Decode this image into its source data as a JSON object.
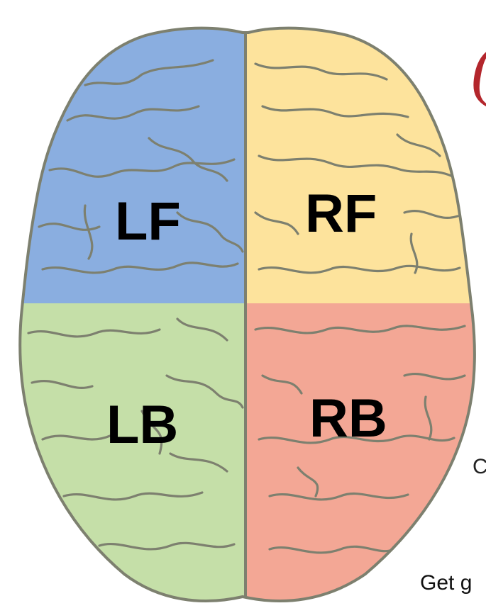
{
  "diagram": {
    "quadrants": {
      "left_front": {
        "label": "LF",
        "color": "#8aaee0"
      },
      "right_front": {
        "label": "RF",
        "color": "#fde39c"
      },
      "left_back": {
        "label": "LB",
        "color": "#c5dfa8"
      },
      "right_back": {
        "label": "RB",
        "color": "#f3a795"
      }
    },
    "outline_color": "#7d806f"
  },
  "edge_text": {
    "red_glyph": "(",
    "letter": "C",
    "partial_line": "Get g"
  }
}
